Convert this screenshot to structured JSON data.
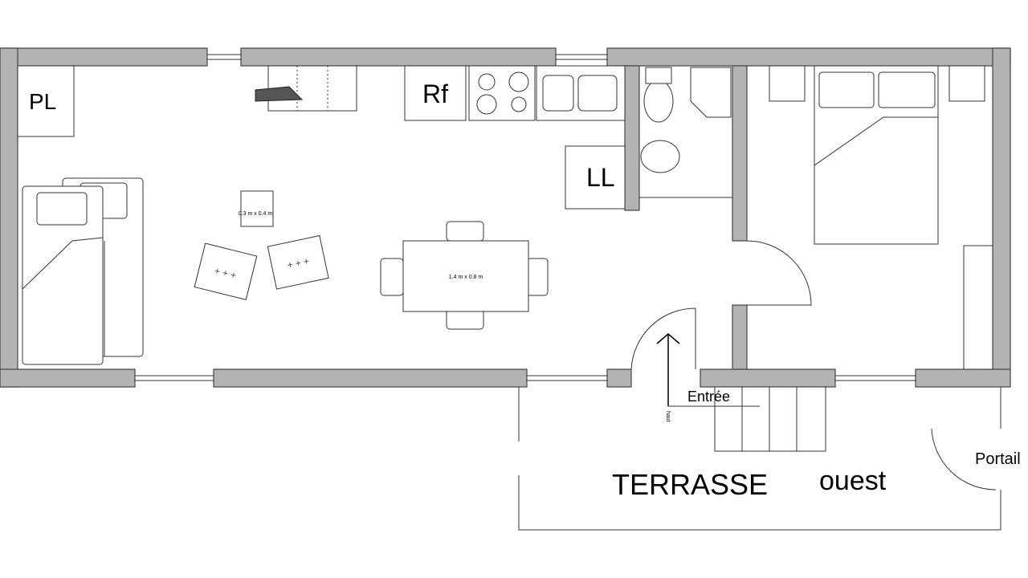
{
  "labels": {
    "pl": "PL",
    "rf": "Rf",
    "ll": "LL",
    "small_table": "0.3 m x 0.4 m",
    "dining_table": "1.4 m x 0.8 m",
    "entree": "Entrée",
    "haut": "haut",
    "terrasse": "TERRASSE",
    "ouest": "ouest",
    "portail": "Portail"
  }
}
